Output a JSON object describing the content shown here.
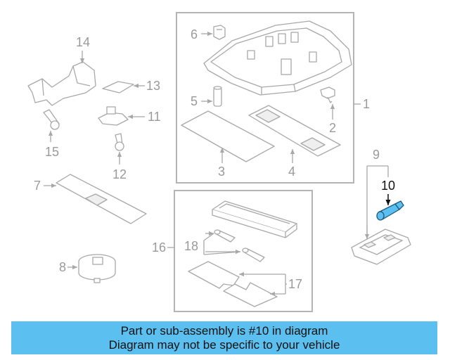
{
  "diagram": {
    "callouts": {
      "c1": "1",
      "c2": "2",
      "c3": "3",
      "c4": "4",
      "c5": "5",
      "c6": "6",
      "c7": "7",
      "c8": "8",
      "c9": "9",
      "c10": "10",
      "c11": "11",
      "c12": "12",
      "c13": "13",
      "c14": "14",
      "c15": "15",
      "c16": "16",
      "c17": "17",
      "c18": "18"
    },
    "highlighted_part": "10",
    "highlight_color": "#5bbfef"
  },
  "banner": {
    "line1": "Part or sub-assembly is #10 in diagram",
    "line2": "Diagram may not be specific to your vehicle",
    "background": "#5bbfef"
  }
}
